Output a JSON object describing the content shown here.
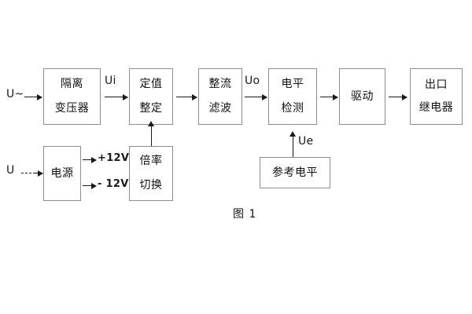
{
  "figure": {
    "caption": "图 1",
    "background": "#ffffff",
    "box_border_color": "#8c8c8c",
    "line_color": "#1a1a1a",
    "text_color": "#111111"
  },
  "inputs": [
    {
      "key": "ac",
      "label": "U~"
    },
    {
      "key": "dc",
      "label": "U"
    }
  ],
  "blocks": [
    {
      "key": "isolation_transformer",
      "line1": "隔离",
      "line2": "变压器"
    },
    {
      "key": "setting_value",
      "line1": "定值",
      "line2": "整定"
    },
    {
      "key": "rectify_filter",
      "line1": "整流",
      "line2": "滤波"
    },
    {
      "key": "level_detection",
      "line1": "电平",
      "line2": "检测"
    },
    {
      "key": "drive",
      "line1": "驱动",
      "line2": ""
    },
    {
      "key": "output_relay",
      "line1": "出口",
      "line2": "继电器"
    },
    {
      "key": "power_supply",
      "line1": "电源",
      "line2": ""
    },
    {
      "key": "multiplier_switch",
      "line1": "倍率",
      "line2": "切换"
    },
    {
      "key": "reference_level",
      "line1": "参考电平",
      "line2": ""
    }
  ],
  "signals": [
    {
      "key": "ui",
      "label": "Ui"
    },
    {
      "key": "uo",
      "label": "Uo"
    },
    {
      "key": "ue",
      "label": "Ue"
    }
  ],
  "rails": [
    {
      "key": "pos12v",
      "label": "+12V"
    },
    {
      "key": "neg12v",
      "label": "- 12V"
    }
  ]
}
